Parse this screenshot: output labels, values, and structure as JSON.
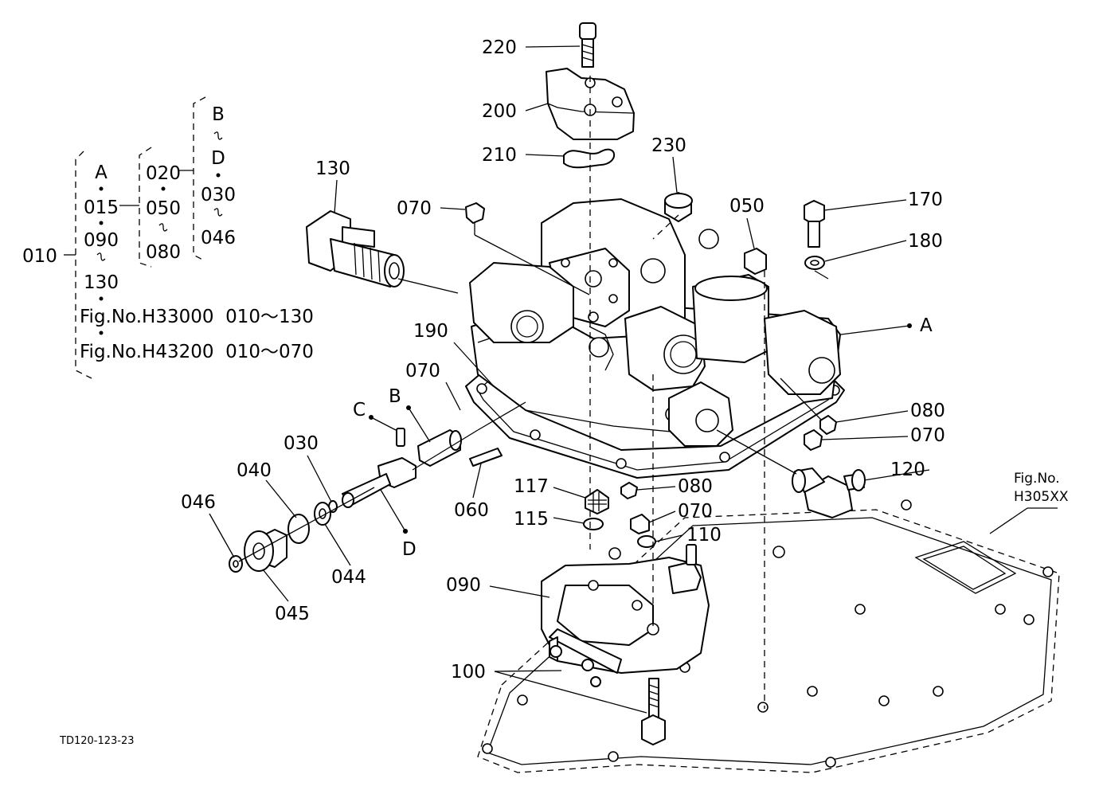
{
  "figure_code": "TD120-123-23",
  "ref_figure": {
    "line1": "Fig.No.",
    "line2": "H305XX"
  },
  "legend": {
    "root": "010",
    "group1": [
      "A",
      "015",
      "090",
      "130"
    ],
    "group2": [
      "020",
      "050",
      "080"
    ],
    "group3": [
      "B",
      "D",
      "030",
      "046"
    ],
    "fig_refs": [
      "Fig.No.H33000  010～130",
      "Fig.No.H43200  010～070"
    ]
  },
  "parts": {
    "p220": "220",
    "p200": "200",
    "p210": "210",
    "p230": "230",
    "p130": "130",
    "p070a": "070",
    "p050": "050",
    "p170": "170",
    "p180": "180",
    "pA": "A",
    "p190": "190",
    "p070b": "070",
    "pB": "B",
    "pC": "C",
    "p080a": "080",
    "p070c": "070",
    "p120": "120",
    "p030": "030",
    "p040": "040",
    "p046": "046",
    "p060": "060",
    "p117": "117",
    "p080b": "080",
    "p115": "115",
    "p070d": "070",
    "p110": "110",
    "pD": "D",
    "p044": "044",
    "p045": "045",
    "p090": "090",
    "p100": "100"
  }
}
